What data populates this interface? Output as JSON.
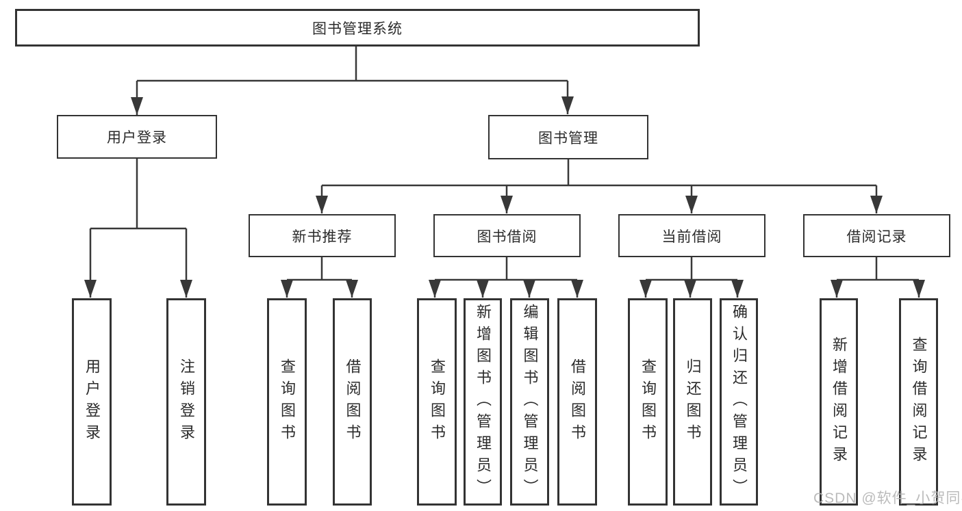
{
  "diagram": {
    "root": {
      "label": "图书管理系统"
    },
    "login_branch": {
      "label": "用户登录",
      "children": [
        {
          "label": "用户登录"
        },
        {
          "label": "注销登录"
        }
      ]
    },
    "mgmt_branch": {
      "label": "图书管理",
      "groups": [
        {
          "label": "新书推荐",
          "children": [
            {
              "label": "查询图书"
            },
            {
              "label": "借阅图书"
            }
          ]
        },
        {
          "label": "图书借阅",
          "children": [
            {
              "label": "查询图书"
            },
            {
              "label": "新增图书（管理员）"
            },
            {
              "label": "编辑图书（管理员）"
            },
            {
              "label": "借阅图书"
            }
          ]
        },
        {
          "label": "当前借阅",
          "children": [
            {
              "label": "查询图书"
            },
            {
              "label": "归还图书"
            },
            {
              "label": "确认归还（管理员）"
            }
          ]
        },
        {
          "label": "借阅记录",
          "children": [
            {
              "label": "新增借阅记录"
            },
            {
              "label": "查询借阅记录"
            }
          ]
        }
      ]
    },
    "colors": {
      "line": "#383838",
      "border": "#333333",
      "text": "#2b2b2b",
      "watermark": "#b4b4b4"
    }
  },
  "watermark": {
    "text": "CSDN @软件_小贺同学"
  }
}
